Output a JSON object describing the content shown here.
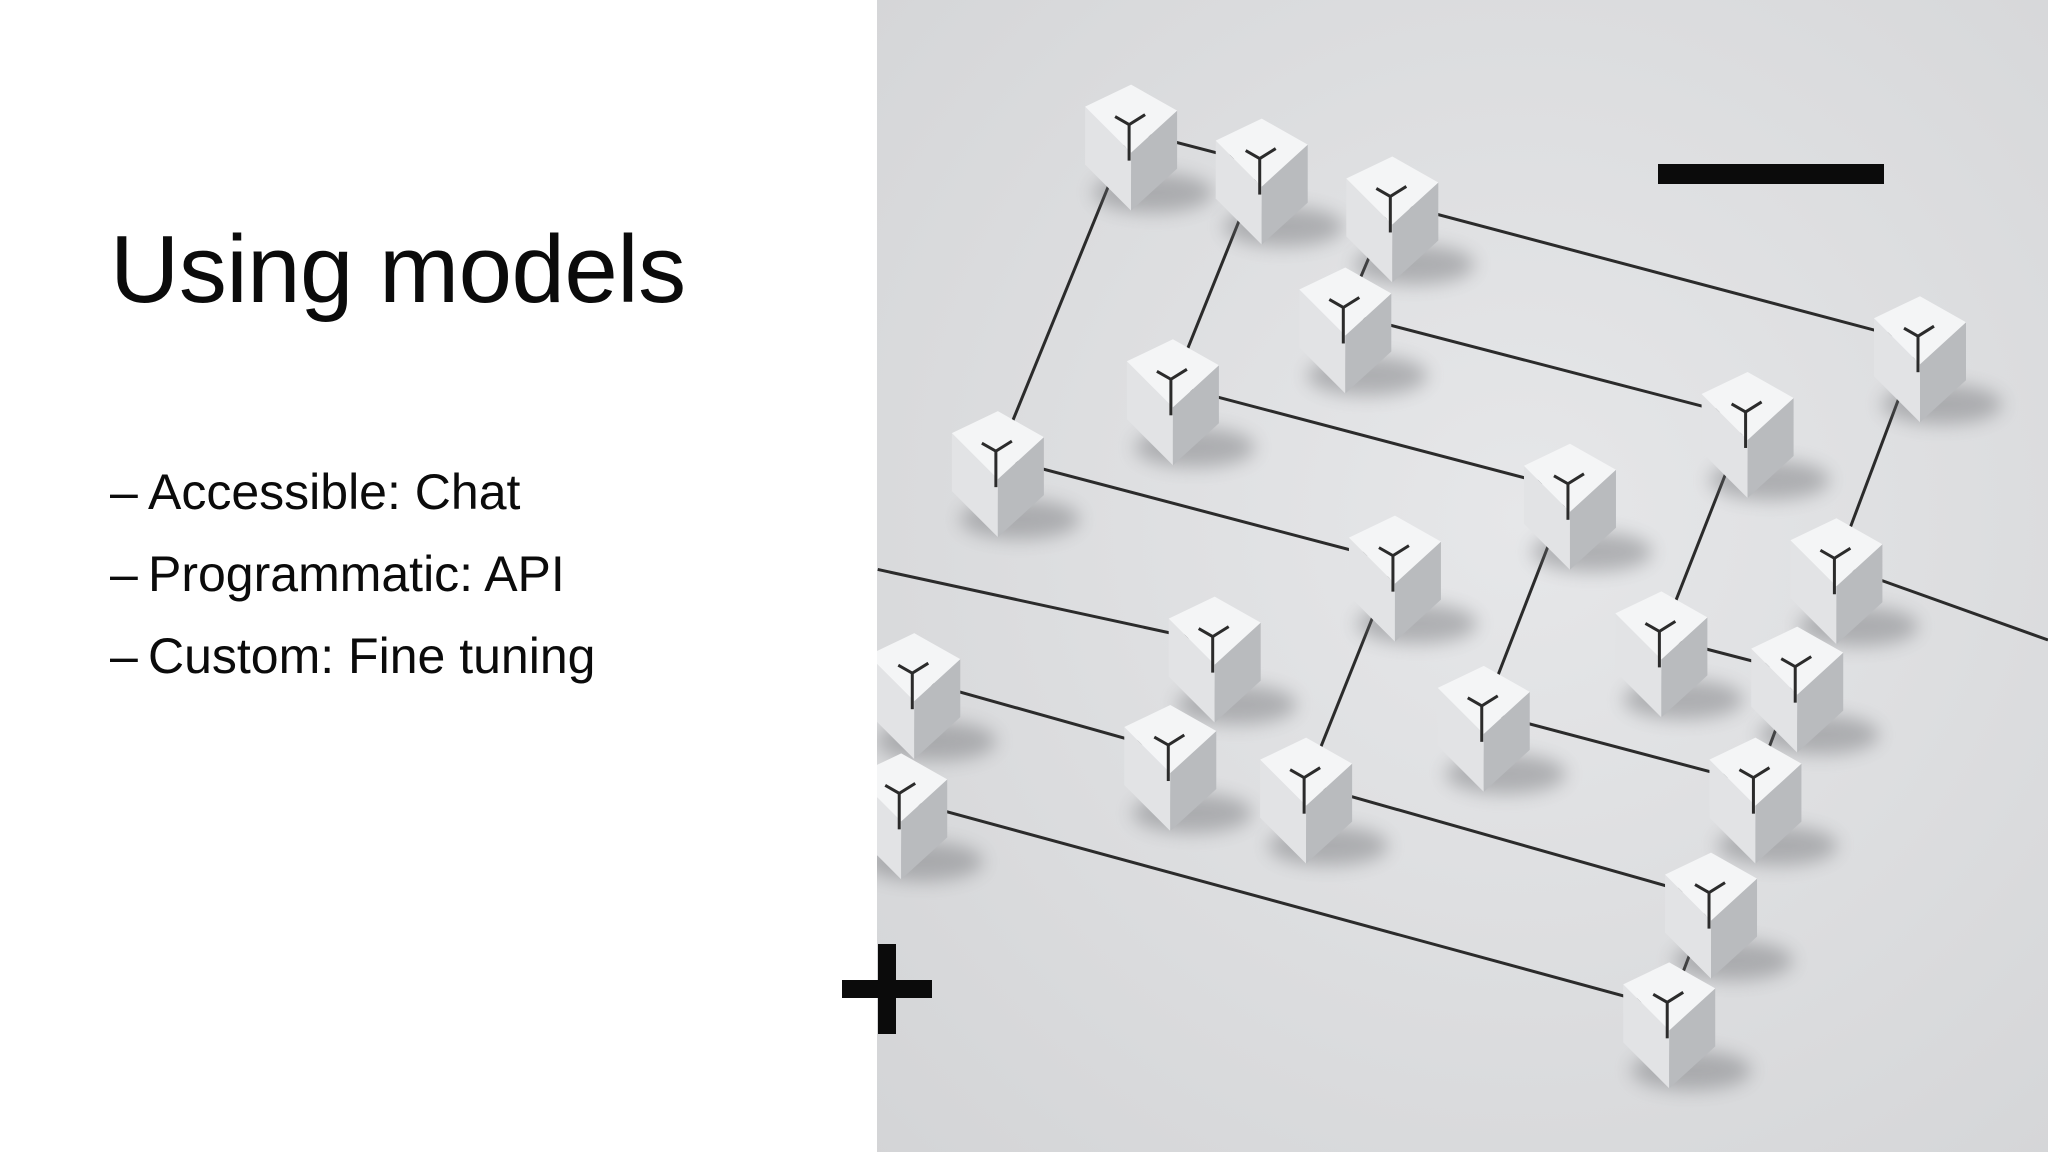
{
  "slide": {
    "title": "Using models",
    "bullets": [
      {
        "marker": "–",
        "text": "Accessible: Chat"
      },
      {
        "marker": "–",
        "text": "Programmatic: API"
      },
      {
        "marker": "–",
        "text": "Custom: Fine tuning"
      }
    ]
  },
  "image": {
    "subject": "network-of-connected-cubes",
    "colors": {
      "background": "#d9dadc",
      "cube_top": "#f4f5f6",
      "cube_left": "#e2e3e5",
      "cube_right": "#b9bbbe",
      "line": "#2b2b2b"
    }
  },
  "decorations": {
    "accent_color": "#0b0b0b"
  }
}
